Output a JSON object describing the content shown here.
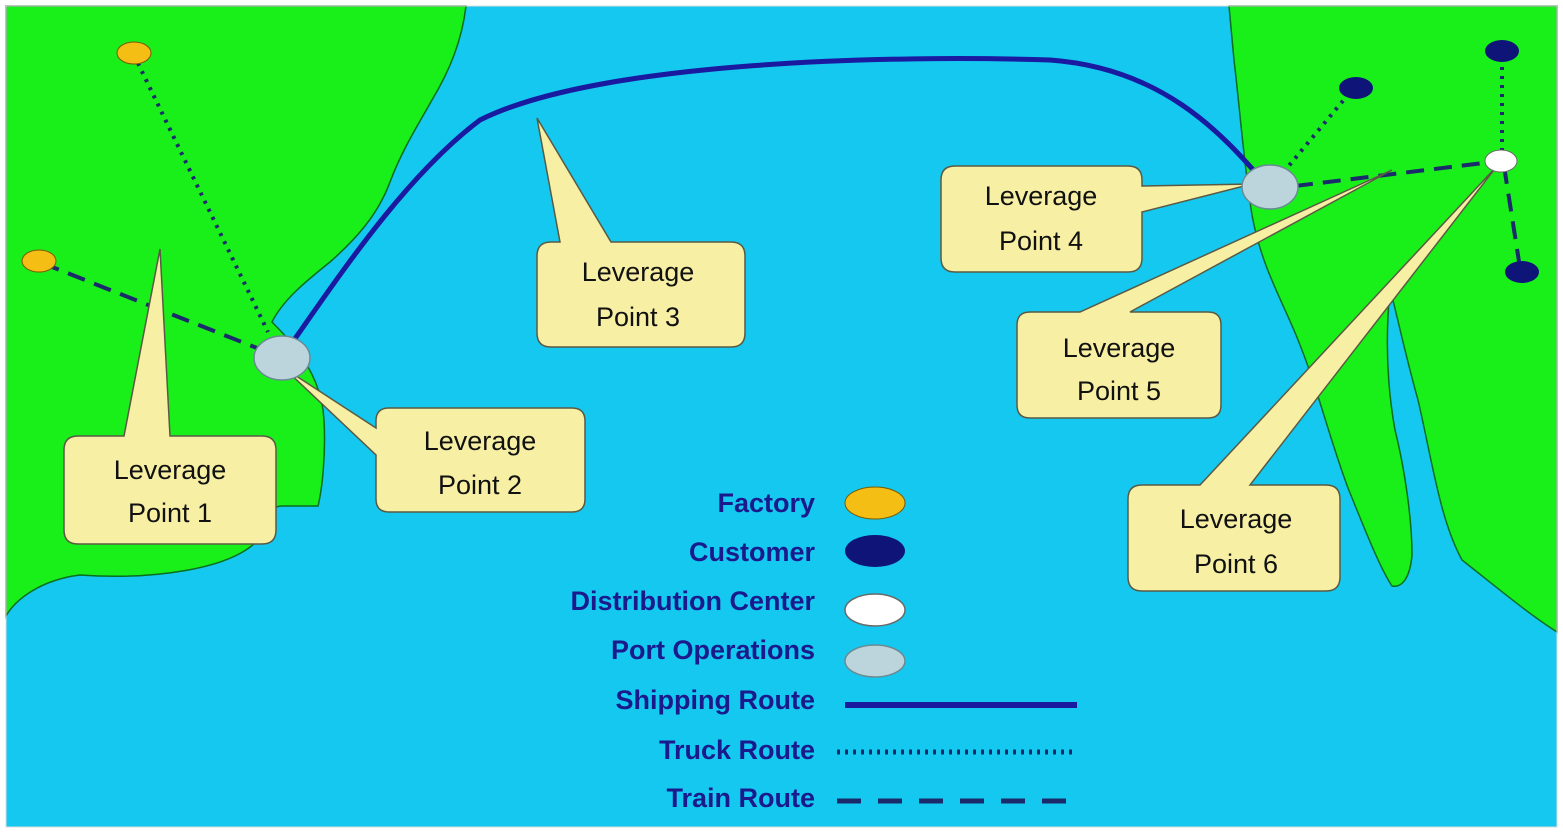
{
  "colors": {
    "water": "#14c8f0",
    "land": "#19f019",
    "land_edge": "#0a6e1e",
    "callout_fill": "#f7f0a4",
    "callout_edge": "#5a5a44",
    "shipping_route": "#1a1aa0",
    "truck_route": "#1a2a6a",
    "train_route": "#1a2a6a",
    "factory": "#f5be14",
    "customer": "#0f1478",
    "distribution_center": "#ffffff",
    "port_operations": "#bcd5dc",
    "legend_text": "#1a1a8c"
  },
  "callouts": [
    {
      "line1": "Leverage",
      "line2": "Point 1"
    },
    {
      "line1": "Leverage",
      "line2": "Point 2"
    },
    {
      "line1": "Leverage",
      "line2": "Point 3"
    },
    {
      "line1": "Leverage",
      "line2": "Point 4"
    },
    {
      "line1": "Leverage",
      "line2": "Point 5"
    },
    {
      "line1": "Leverage",
      "line2": "Point 6"
    }
  ],
  "legend": [
    {
      "label": "Factory",
      "symbol": "factory"
    },
    {
      "label": "Customer",
      "symbol": "customer"
    },
    {
      "label": "Distribution Center",
      "symbol": "distribution-center"
    },
    {
      "label": "Port Operations",
      "symbol": "port-operations"
    },
    {
      "label": "Shipping Route",
      "symbol": "shipping-route"
    },
    {
      "label": "Truck Route",
      "symbol": "truck-route"
    },
    {
      "label": "Train Route",
      "symbol": "train-route"
    }
  ]
}
